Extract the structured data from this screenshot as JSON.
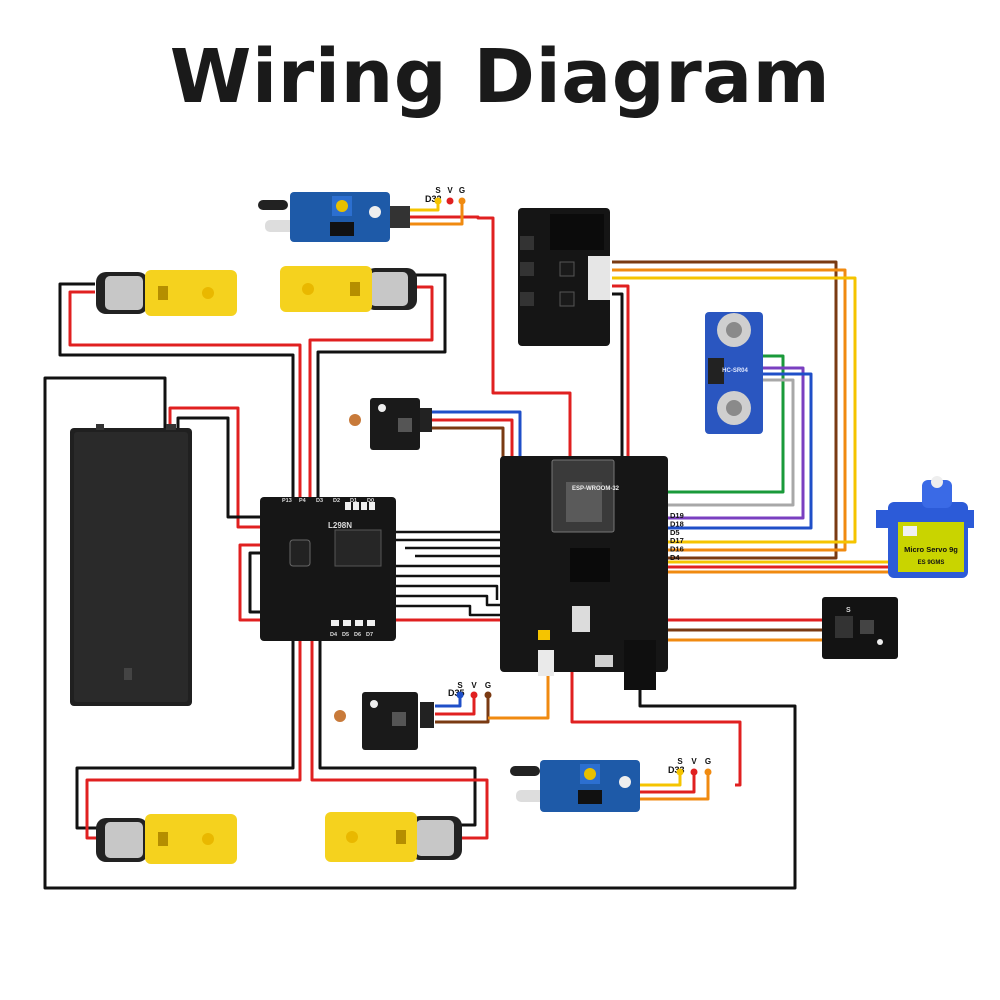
{
  "title": "Wiring Diagram",
  "colors": {
    "red": "#e02020",
    "black": "#111111",
    "yellow": "#f5c400",
    "orange": "#f08a10",
    "brown": "#7a3a12",
    "blue": "#1f4fc8",
    "purple": "#7a3fc0",
    "green": "#1a9a3a",
    "gray": "#a8a8a8",
    "board": "#161616",
    "motor_yellow": "#f5d21e"
  },
  "sensor_top": {
    "pin_s": "S",
    "pin_v": "V",
    "pin_g": "G",
    "gpio": "D32"
  },
  "sensor_bottom": {
    "pin_s": "S",
    "pin_v": "V",
    "pin_g": "G",
    "gpio": "D33"
  },
  "ldr_bottom": {
    "pin_s": "S",
    "pin_v": "V",
    "pin_g": "G",
    "gpio": "D35"
  },
  "esp32": {
    "module_label": "ESP-WROOM-32",
    "right_pins": [
      "D19",
      "D18",
      "D5",
      "D17",
      "D16",
      "D4"
    ]
  },
  "driver": {
    "chip": "L298N",
    "top_pins": [
      "P13",
      "P4",
      "D3",
      "D2",
      "D1",
      "D0"
    ],
    "bottom_pins": [
      "D4",
      "D5",
      "D6",
      "D7"
    ]
  },
  "servo": {
    "label": "Micro Servo 9g",
    "model": "ES 9GMS"
  },
  "module_right": {
    "label": "S"
  },
  "ultrasonic": {
    "label": "HC-SR04"
  }
}
